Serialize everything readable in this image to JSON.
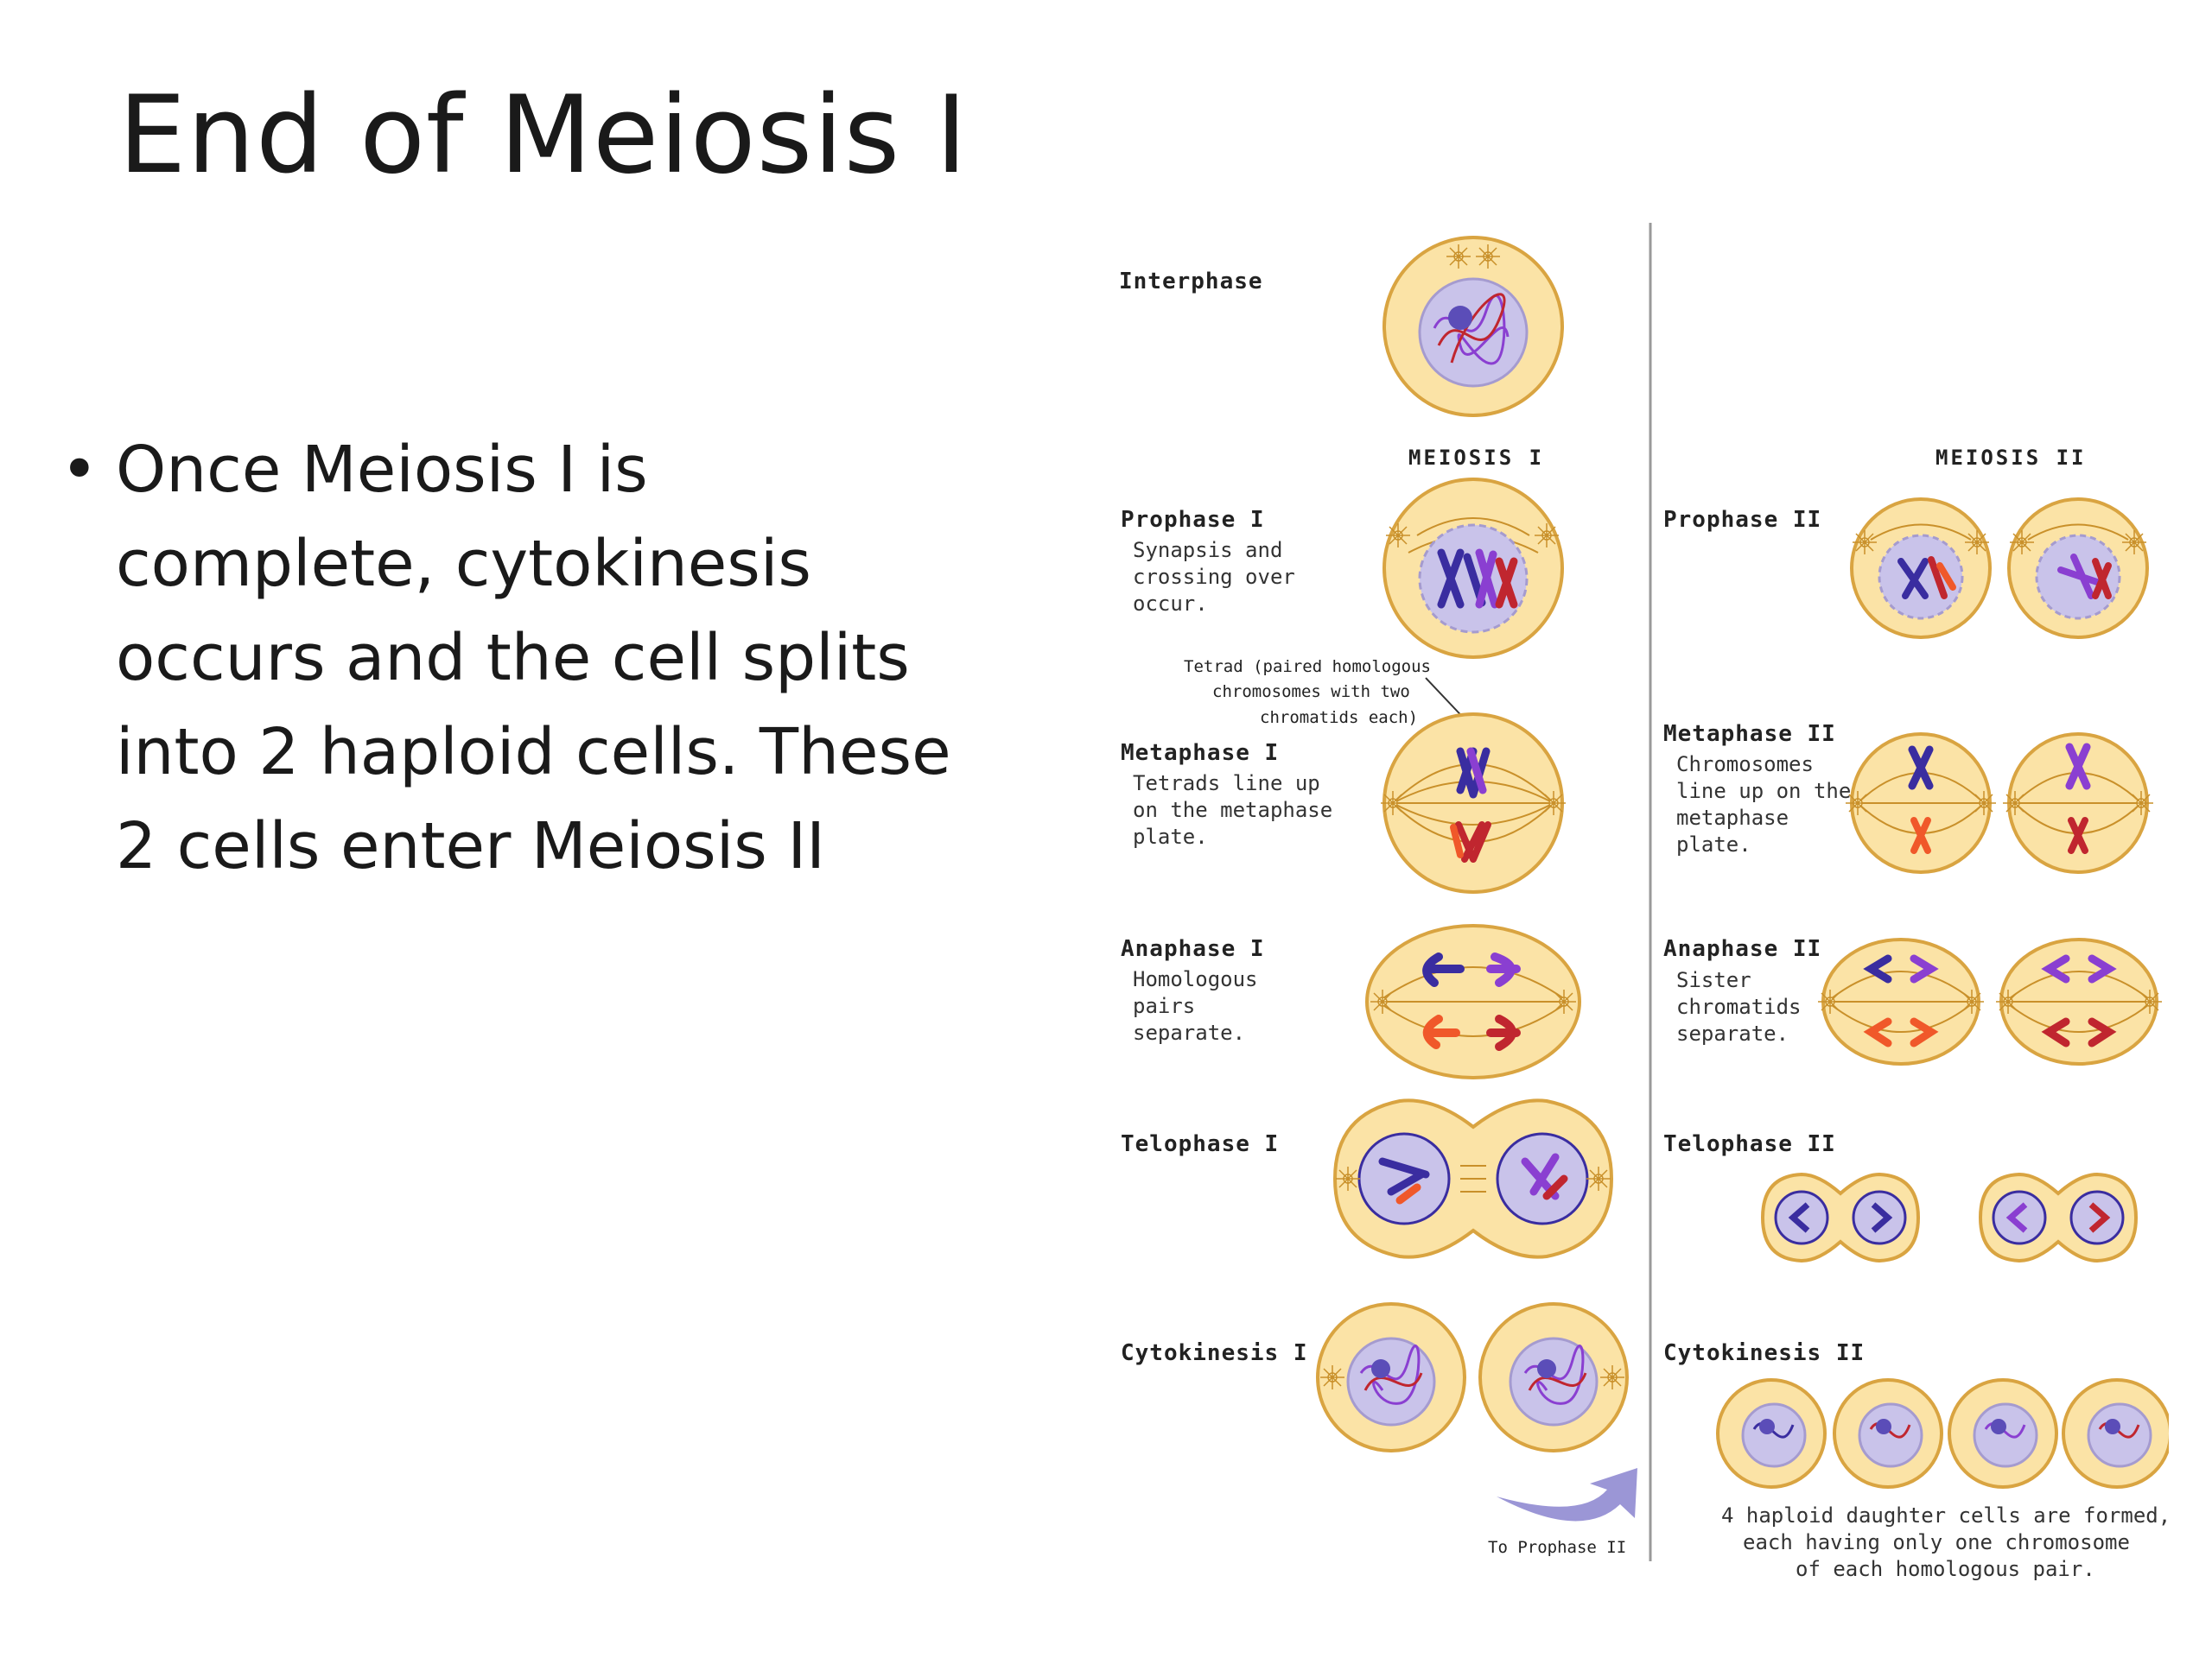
{
  "slide": {
    "title": "End of Meiosis I",
    "bullet_char": "•",
    "bullets": [
      "Once Meiosis I is complete, cytokinesis occurs and the cell splits into 2 haploid cells. These 2 cells enter Meiosis II"
    ],
    "bullet_lines": [
      "Once Meiosis I is",
      "complete, cytokinesis",
      "occurs and the cell splits",
      "into 2 haploid cells. These",
      "2 cells enter Meiosis II"
    ]
  },
  "diagram": {
    "interphase": "Interphase",
    "meiosis1_header": "MEIOSIS I",
    "meiosis2_header": "MEIOSIS II",
    "prophase1": {
      "label": "Prophase I",
      "desc": [
        "Synapsis and",
        "crossing over",
        "occur."
      ]
    },
    "tetrad_note": [
      "Tetrad (paired homologous",
      "chromosomes with two",
      "chromatids each)"
    ],
    "metaphase1": {
      "label": "Metaphase I",
      "desc": [
        "Tetrads line up",
        "on the metaphase",
        "plate."
      ]
    },
    "anaphase1": {
      "label": "Anaphase I",
      "desc": [
        "Homologous",
        "pairs",
        "separate."
      ]
    },
    "telophase1": {
      "label": "Telophase I"
    },
    "cytokinesis1": {
      "label": "Cytokinesis I"
    },
    "to_prophase2": "To Prophase II",
    "prophase2": {
      "label": "Prophase II"
    },
    "metaphase2": {
      "label": "Metaphase II",
      "desc": [
        "Chromosomes",
        "line up on the",
        "metaphase",
        "plate."
      ]
    },
    "anaphase2": {
      "label": "Anaphase II",
      "desc": [
        "Sister",
        "chromatids",
        "separate."
      ]
    },
    "telophase2": {
      "label": "Telophase II"
    },
    "cytokinesis2": {
      "label": "Cytokinesis II"
    },
    "final_note": [
      "4 haploid daughter cells are formed,",
      "each having only one chromosome",
      "of each homologous pair."
    ]
  },
  "colors": {
    "cell_fill": "#fbe3a6",
    "cell_stroke": "#d9a441",
    "nucleus_fill": "#c9c3ea",
    "chrom_blue": "#3a2da0",
    "chrom_purple": "#8a3fd1",
    "chrom_red": "#c0262f",
    "chrom_orange": "#f0582a",
    "arrow": "#9b96d6",
    "divider": "#999999"
  }
}
